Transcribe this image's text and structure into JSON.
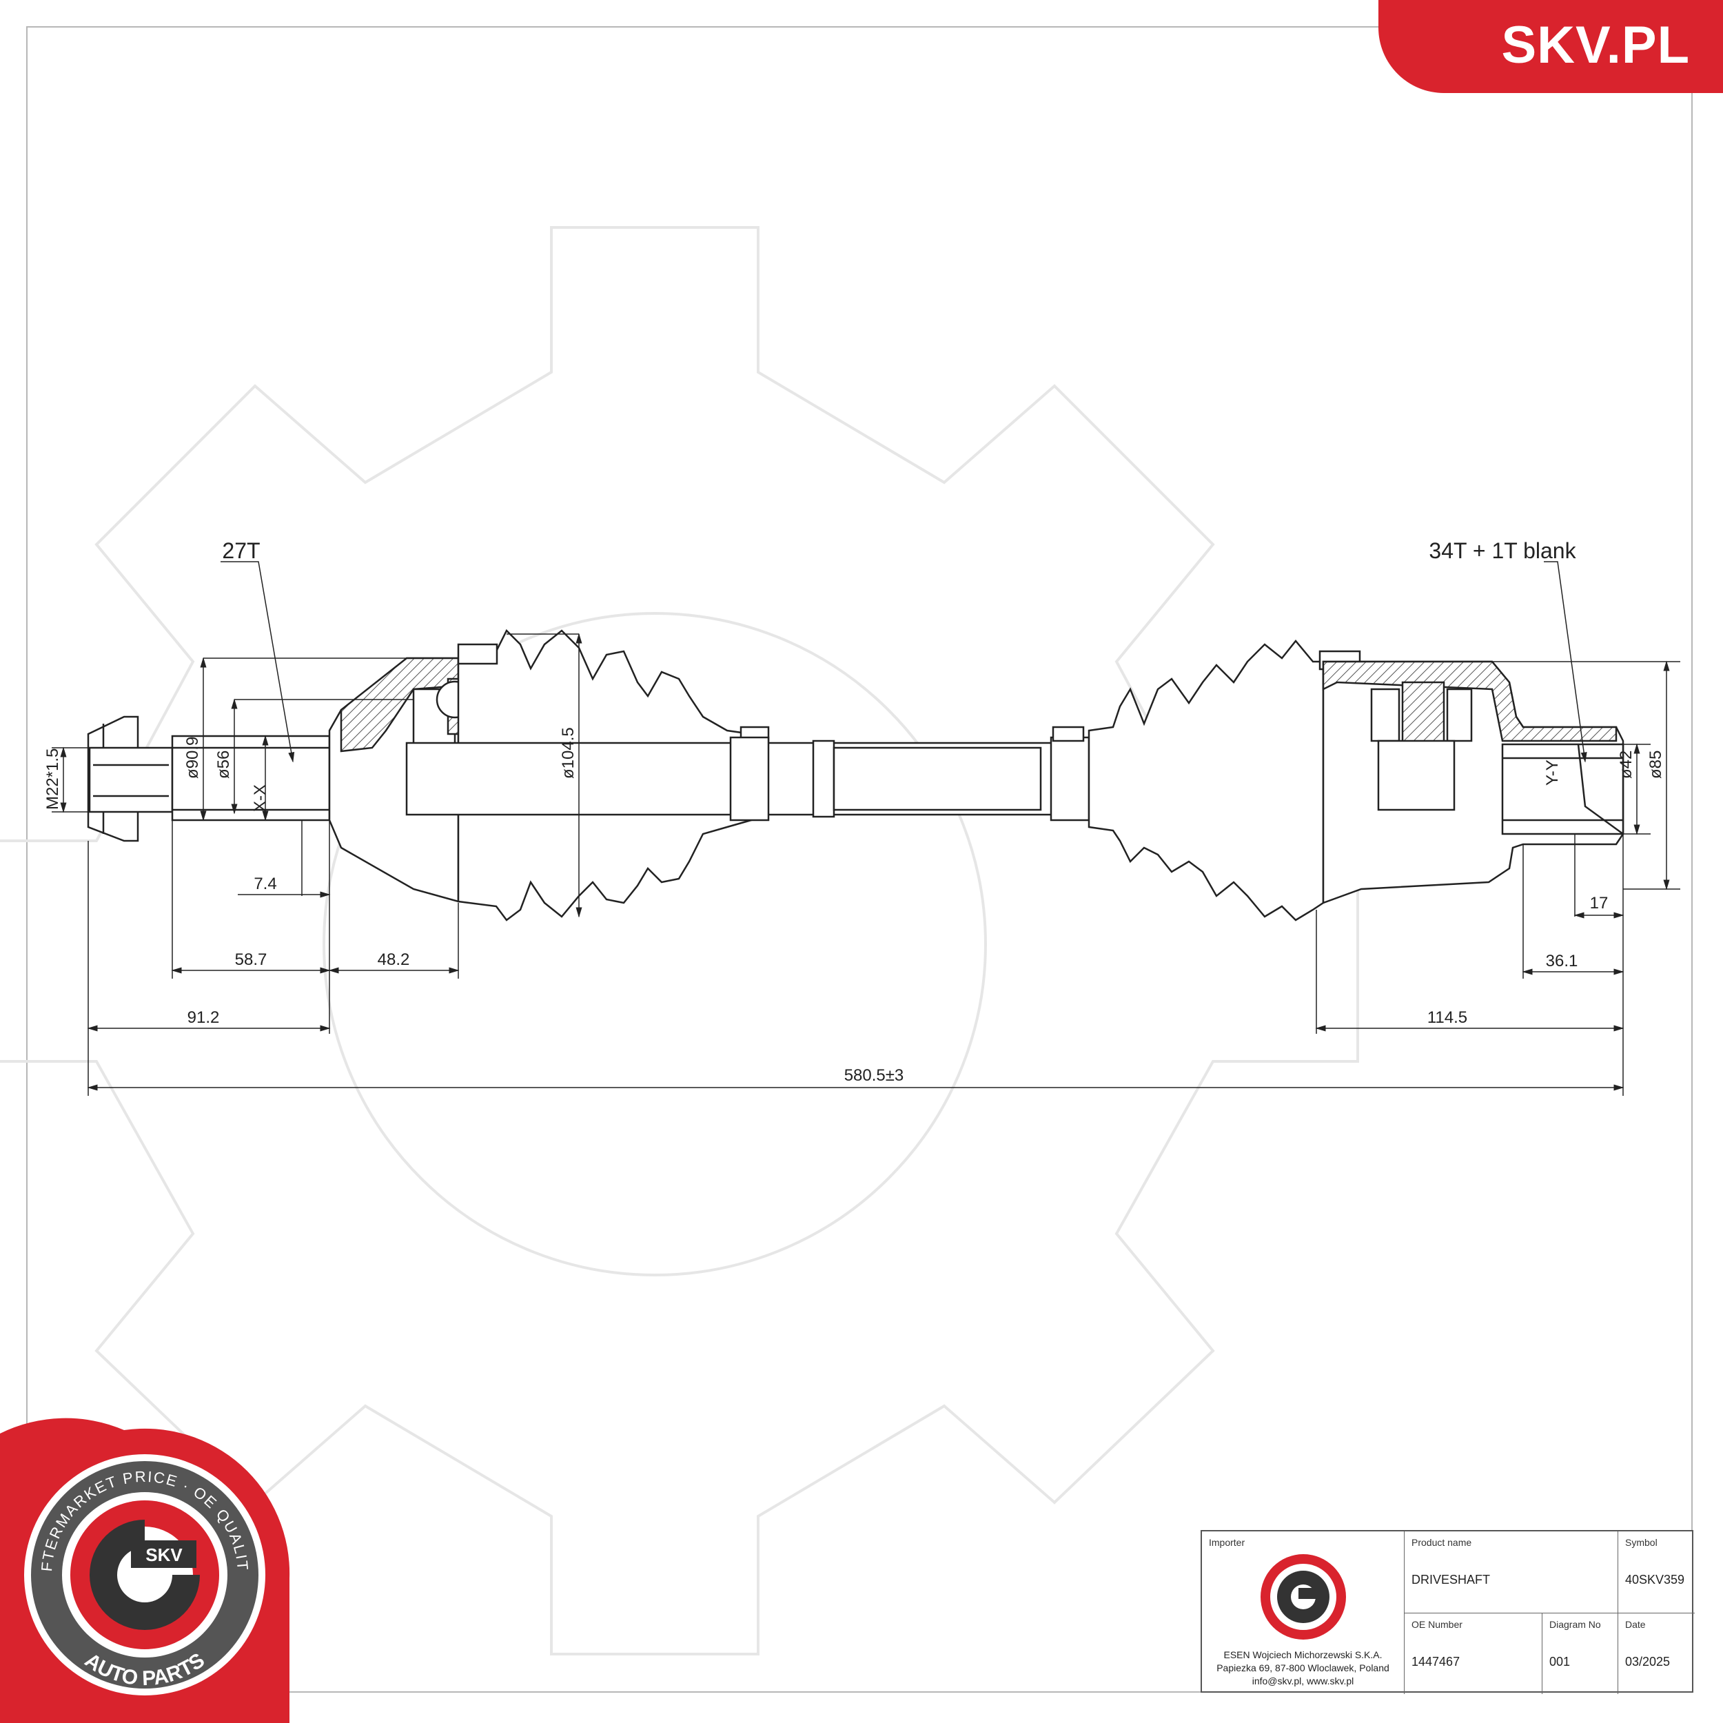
{
  "brand": {
    "name": "SKV.PL",
    "accent": "#d9232d"
  },
  "drawing": {
    "callouts": {
      "left_spline": "27T",
      "right_spline": "34T + 1T blank"
    },
    "section_labels": {
      "left": "X-X",
      "right": "Y-Y"
    },
    "thread": "M22*1.5",
    "diameters": {
      "d1": "ø90.9",
      "d2": "ø56",
      "d3": "ø104.5",
      "d4": "ø42",
      "d5": "ø85"
    },
    "dimensions": {
      "d_7_4": "7.4",
      "d_58_7": "58.7",
      "d_48_2": "48.2",
      "d_91_2": "91.2",
      "d_114_5": "114.5",
      "d_17": "17",
      "d_36_1": "36.1",
      "total": "580.5±3"
    }
  },
  "seal": {
    "top_text": "AFTERMARKET PRICE · OE QUALITY",
    "bottom_text": "AUTO PARTS",
    "center": "SKV"
  },
  "title_block": {
    "importer_label": "Importer",
    "importer_lines": [
      "ESEN Wojciech Michorzewski S.K.A.",
      "Papiezka 69, 87-800 Wloclawek,  Poland",
      "info@skv.pl, www.skv.pl"
    ],
    "product_label": "Product name",
    "product_value": "DRIVESHAFT",
    "symbol_label": "Symbol",
    "symbol_value": "40SKV359",
    "oe_label": "OE Number",
    "oe_value": "1447467",
    "diagram_label": "Diagram No",
    "diagram_value": "001",
    "date_label": "Date",
    "date_value": "03/2025"
  }
}
